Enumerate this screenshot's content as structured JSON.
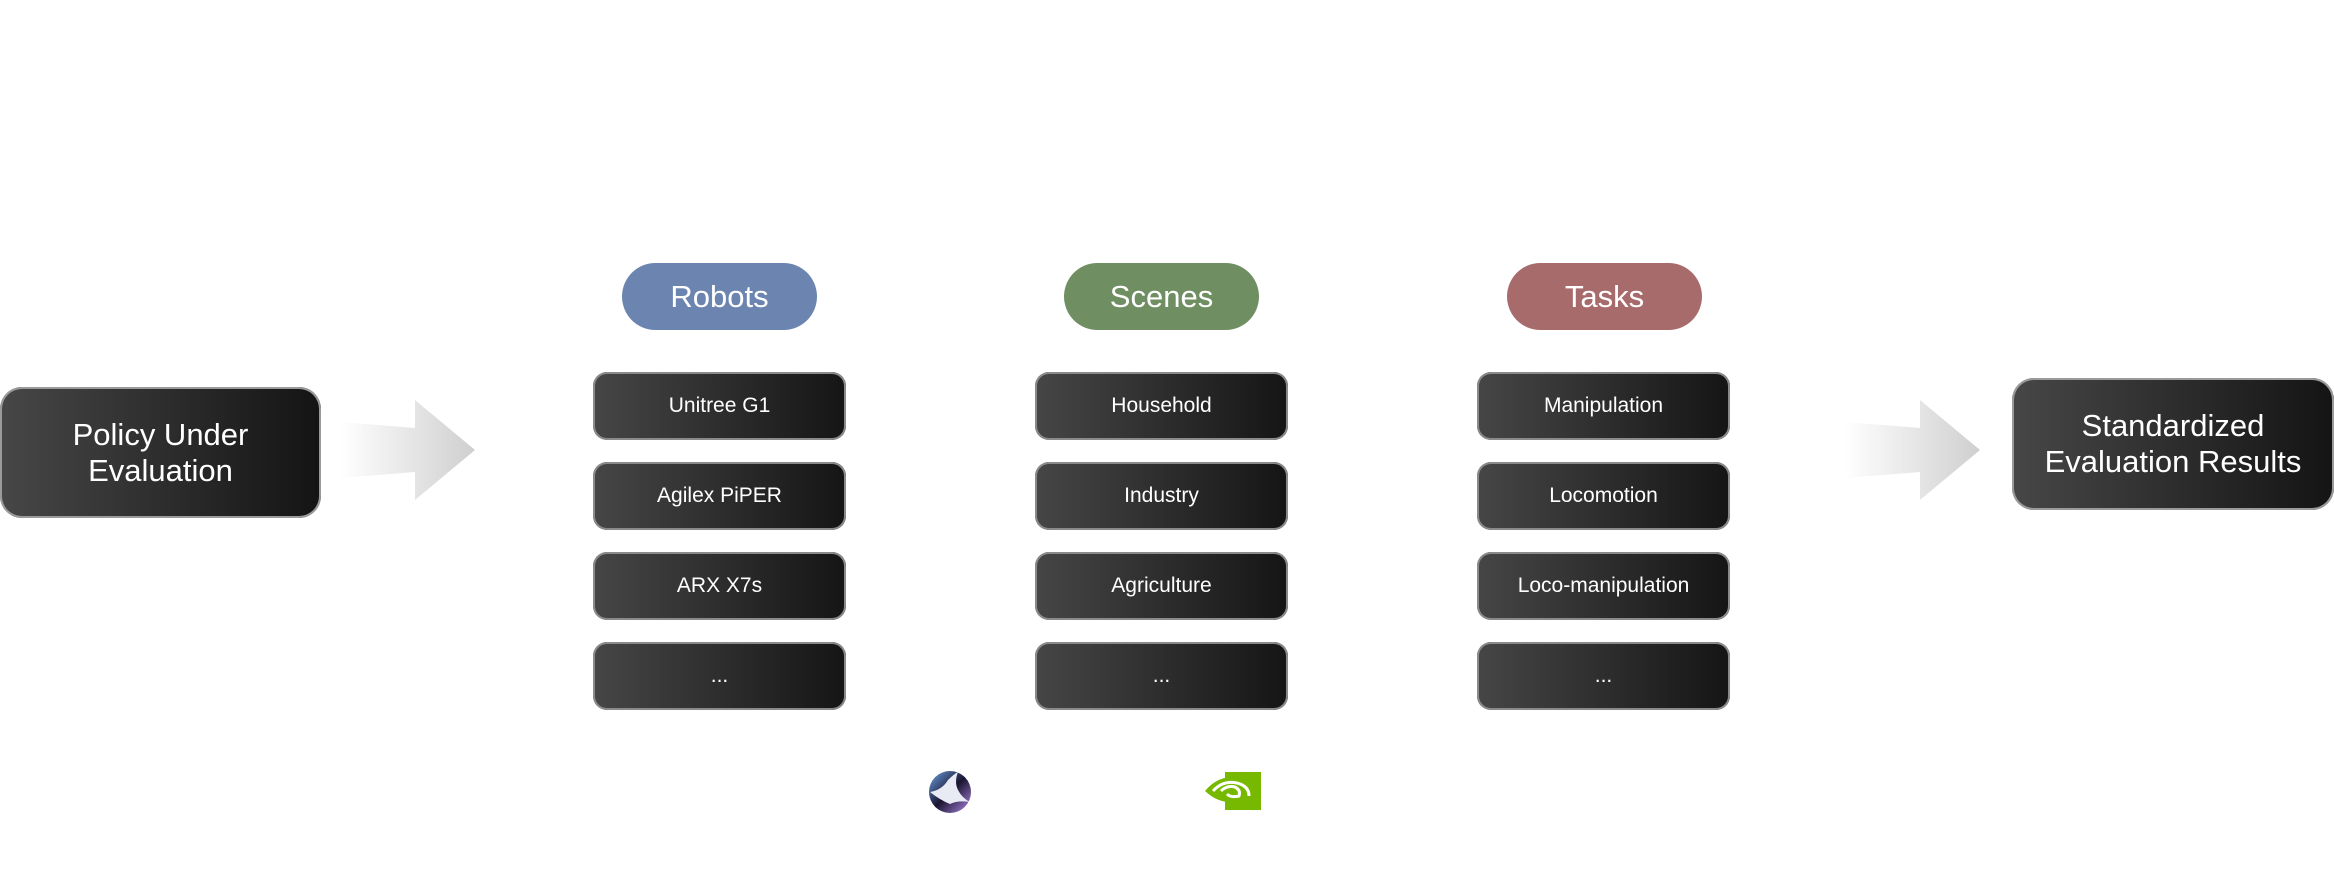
{
  "input": {
    "label": "Policy Under Evaluation",
    "line1": "Policy Under",
    "line2": "Evaluation"
  },
  "output": {
    "line1": "Standardized",
    "line2": "Evaluation Results"
  },
  "columns": [
    {
      "title": "Robots",
      "color": "#6b84b0",
      "items": [
        "Unitree G1",
        "Agilex PiPER",
        "ARX X7s",
        "..."
      ]
    },
    {
      "title": "Scenes",
      "color": "#6f8f62",
      "items": [
        "Household",
        "Industry",
        "Agriculture",
        "..."
      ]
    },
    {
      "title": "Tasks",
      "color": "#a86b6b",
      "items": [
        "Manipulation",
        "Locomotion",
        "Loco-manipulation",
        "..."
      ]
    }
  ],
  "logos": [
    "circular-partner-logo",
    "nvidia-logo"
  ]
}
